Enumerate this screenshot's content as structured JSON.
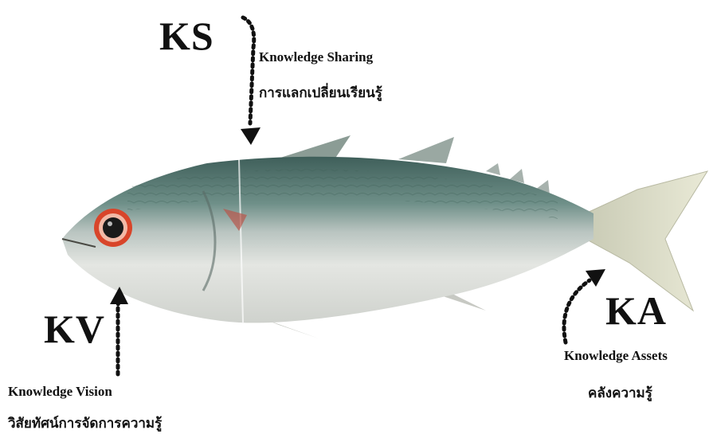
{
  "labels": {
    "ks": {
      "abbr": "KS",
      "english": "Knowledge Sharing",
      "thai": "การแลกเปลี่ยนเรียนรู้"
    },
    "kv": {
      "abbr": "KV",
      "english": "Knowledge Vision",
      "thai": "วิสัยทัศน์การจัดการความรู้"
    },
    "ka": {
      "abbr": "KA",
      "english": "Knowledge Assets",
      "thai": "คลังความรู้"
    }
  },
  "colors": {
    "text": "#111111",
    "fish_back": "#5b7d78",
    "fish_belly": "#e2e4df",
    "eye_ring": "#d8452a",
    "arrow": "#111111"
  },
  "icons": {
    "fish": "mackerel-fish-illustration",
    "arrow": "dotted-arrow"
  }
}
